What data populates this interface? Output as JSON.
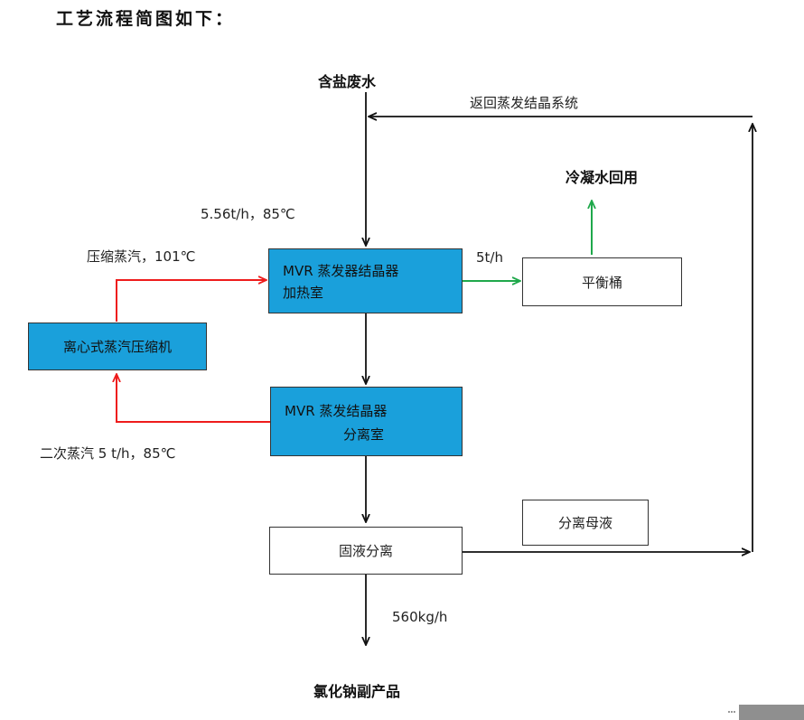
{
  "heading": "工艺流程简图如下：",
  "nodes": {
    "input_label": "含盐废水",
    "return_label": "返回蒸发结晶系统",
    "condensate_label": "冷凝水回用",
    "feed_label": "5.56t/h，85℃",
    "compressed_steam_label": "压缩蒸汽，101℃",
    "flow_5th_label": "5t/h",
    "heater_box": {
      "line1": "MVR 蒸发器结晶器",
      "line2": "加热室"
    },
    "balance_tank_box": "平衡桶",
    "compressor_box": "离心式蒸汽压缩机",
    "separator_box": {
      "line1": "MVR 蒸发结晶器",
      "line2": "分离室"
    },
    "secondary_steam_label": "二次蒸汽 5 t/h，85℃",
    "mother_liquor_box": "分离母液",
    "solid_liquid_box": "固液分离",
    "output_flow_label": "560kg/h",
    "product_label": "氯化钠副产品"
  },
  "colors": {
    "box_blue": "#1aa0db",
    "steam_arrow": "#ee1c1c",
    "condensate_arrow": "#1fa84b",
    "process_arrow": "#111111"
  }
}
